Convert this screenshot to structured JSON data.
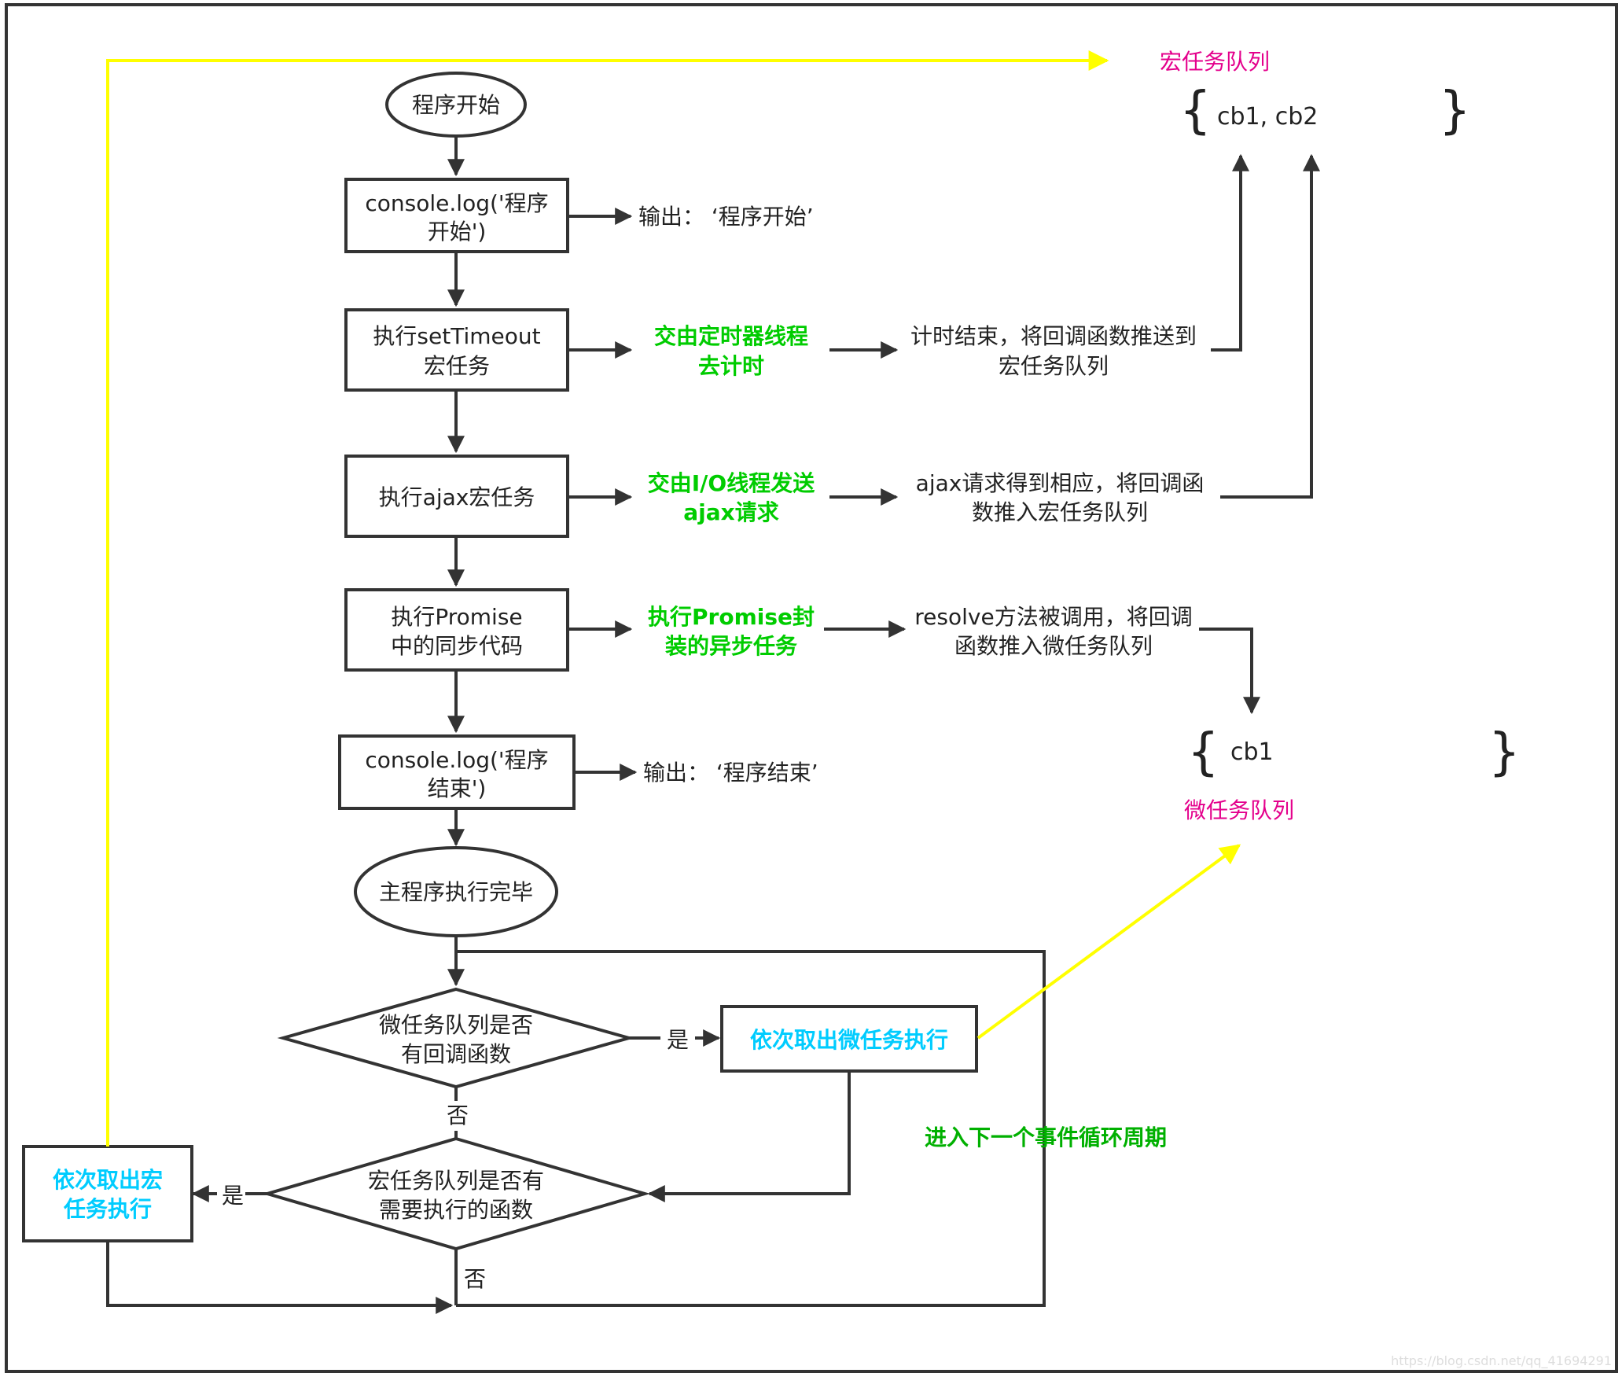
{
  "colors": {
    "line": "#333333",
    "green": "#00cc00",
    "cyan": "#00ccff",
    "pink": "#e4008c",
    "yellow": "#ffff00",
    "darkgreen": "#00b000"
  },
  "nodes": {
    "start": "程序开始",
    "log_start_l1": "console.log('程序",
    "log_start_l2": "开始')",
    "settimeout_l1": "执行setTimeout",
    "settimeout_l2": "宏任务",
    "ajax": "执行ajax宏任务",
    "promise_l1": "执行Promise",
    "promise_l2": "中的同步代码",
    "log_end_l1": "console.log('程序",
    "log_end_l2": "结束')",
    "main_done": "主程序执行完毕",
    "micro_check_l1": "微任务队列是否",
    "micro_check_l2": "有回调函数",
    "macro_check_l1": "宏任务队列是否有",
    "macro_check_l2": "需要执行的函数",
    "micro_exec": "依次取出微任务执行",
    "macro_exec_l1": "依次取出宏",
    "macro_exec_l2": "任务执行"
  },
  "outputs": {
    "out_start": "输出：  ‘程序开始’",
    "out_end": "输出：  ‘程序结束’",
    "timer_l1": "交由定时器线程",
    "timer_l2": "去计时",
    "timer_done_l1": "计时结束，将回调函数推送到",
    "timer_done_l2": "宏任务队列",
    "io_l1": "交由I/O线程发送",
    "io_l2": "ajax请求",
    "ajax_done_l1": "ajax请求得到相应，将回调函",
    "ajax_done_l2": "数推入宏任务队列",
    "promise_async_l1": "执行Promise封",
    "promise_async_l2": "装的异步任务",
    "resolve_l1": "resolve方法被调用，将回调",
    "resolve_l2": "函数推入微任务队列"
  },
  "labels": {
    "yes1": "是",
    "no1": "否",
    "yes2": "是",
    "no2": "否",
    "next_loop": "进入下一个事件循环周期",
    "macro_queue_title": "宏任务队列",
    "macro_queue_items": "cb1,    cb2",
    "micro_queue_title": "微任务队列",
    "micro_queue_items": "cb1",
    "brace_open": "{",
    "brace_close": "}",
    "watermark": "https://blog.csdn.net/qq_41694291"
  }
}
